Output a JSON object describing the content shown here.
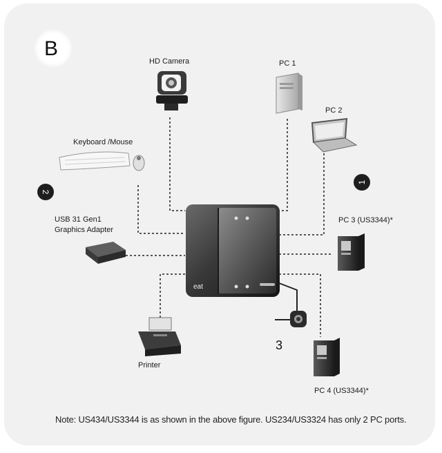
{
  "panel": {
    "letter": "B"
  },
  "devices": {
    "hd_camera": "HD Camera",
    "pc1": "PC 1",
    "pc2": "PC 2",
    "keyboard_mouse": "Keyboard /Mouse",
    "usb_adapter_line1": "USB 31 Gen1",
    "usb_adapter_line2": "Graphics Adapter",
    "pc3": "PC 3 (US3344)*",
    "printer": "Printer",
    "pc4": "PC 4 (US3344)*"
  },
  "hub": {
    "label": "eat"
  },
  "callouts": {
    "badge_1": "1",
    "badge_2": "2",
    "cable_number": "3"
  },
  "note": "Note: US434/US3344 is as shown in the above figure. US234/US3324 has only 2 PC ports.",
  "colors": {
    "background": "#f1f1f1",
    "line": "#555555",
    "hub_dark": "#2a2a2a"
  }
}
